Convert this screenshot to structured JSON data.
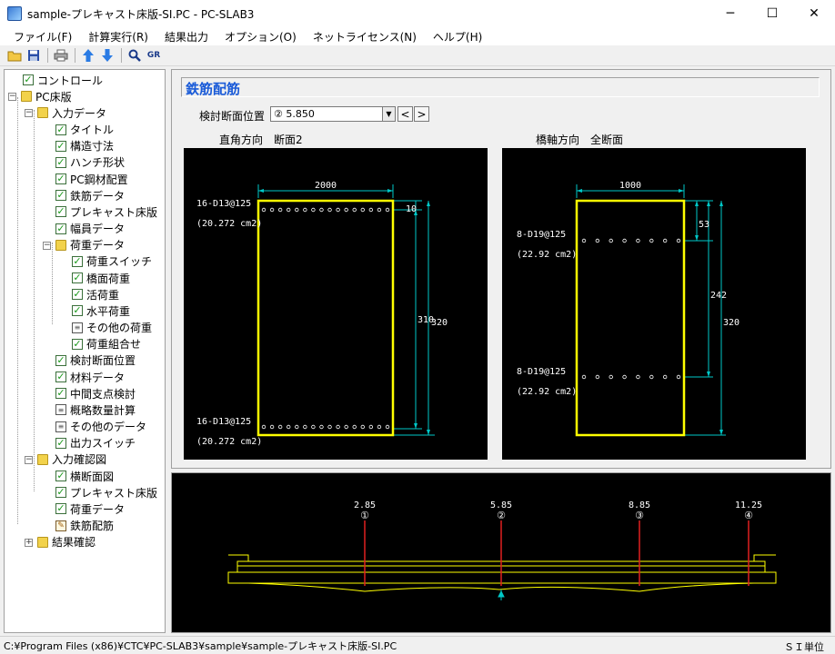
{
  "window": {
    "title": "sample-プレキャスト床版-SI.PC - PC-SLAB3",
    "minimize": "─",
    "maximize": "☐",
    "close": "✕"
  },
  "menu": [
    "ファイル(F)",
    "計算実行(R)",
    "結果出力",
    "オプション(O)",
    "ネットライセンス(N)",
    "ヘルプ(H)"
  ],
  "toolbar": {
    "gr_label": "GR"
  },
  "tree": [
    {
      "label": "コントロール",
      "level": 1,
      "icon": "check-icon"
    },
    {
      "label": "PC床版",
      "level": 0,
      "icon": "folder-icon",
      "expander": "−"
    },
    {
      "label": "入力データ",
      "level": 1,
      "icon": "folder-icon",
      "expander": "−"
    },
    {
      "label": "タイトル",
      "level": 2,
      "icon": "check-icon"
    },
    {
      "label": "構造寸法",
      "level": 2,
      "icon": "check-icon"
    },
    {
      "label": "ハンチ形状",
      "level": 2,
      "icon": "check-icon"
    },
    {
      "label": "PC鋼材配置",
      "level": 2,
      "icon": "check-icon"
    },
    {
      "label": "鉄筋データ",
      "level": 2,
      "icon": "check-icon"
    },
    {
      "label": "プレキャスト床版",
      "level": 2,
      "icon": "check-icon"
    },
    {
      "label": "幅員データ",
      "level": 2,
      "icon": "check-icon"
    },
    {
      "label": "荷重データ",
      "level": 2,
      "icon": "folder-icon",
      "expander": "−"
    },
    {
      "label": "荷重スイッチ",
      "level": 3,
      "icon": "check-icon"
    },
    {
      "label": "橋面荷重",
      "level": 3,
      "icon": "check-icon"
    },
    {
      "label": "活荷重",
      "level": 3,
      "icon": "check-icon"
    },
    {
      "label": "水平荷重",
      "level": 3,
      "icon": "check-icon"
    },
    {
      "label": "その他の荷重",
      "level": 3,
      "icon": "doc-icon"
    },
    {
      "label": "荷重組合せ",
      "level": 3,
      "icon": "check-icon"
    },
    {
      "label": "検討断面位置",
      "level": 2,
      "icon": "check-icon"
    },
    {
      "label": "材料データ",
      "level": 2,
      "icon": "check-icon"
    },
    {
      "label": "中間支点検討",
      "level": 2,
      "icon": "check-icon"
    },
    {
      "label": "概略数量計算",
      "level": 2,
      "icon": "doc-icon"
    },
    {
      "label": "その他のデータ",
      "level": 2,
      "icon": "doc-icon"
    },
    {
      "label": "出力スイッチ",
      "level": 2,
      "icon": "check-icon"
    },
    {
      "label": "入力確認図",
      "level": 1,
      "icon": "folder-icon",
      "expander": "−"
    },
    {
      "label": "横断面図",
      "level": 2,
      "icon": "check-icon"
    },
    {
      "label": "プレキャスト床版",
      "level": 2,
      "icon": "check-icon"
    },
    {
      "label": "荷重データ",
      "level": 2,
      "icon": "check-icon"
    },
    {
      "label": "鉄筋配筋",
      "level": 2,
      "icon": "pen-icon"
    },
    {
      "label": "結果確認",
      "level": 1,
      "icon": "folder-icon",
      "expander": "+"
    }
  ],
  "main": {
    "heading": "鉄筋配筋",
    "position_label": "検討断面位置",
    "position_value": "②   5.850",
    "prev": "<",
    "next": ">",
    "left_title": "直角方向　断面2",
    "right_title": "橋軸方向　全断面"
  },
  "left_diagram": {
    "width": "2000",
    "top_bar": "16-D13@125",
    "top_area": "(20.272 cm2)",
    "bottom_bar": "16-D13@125",
    "bottom_area": "(20.272 cm2)",
    "cover": "10",
    "inner": "310",
    "total": "320"
  },
  "right_diagram": {
    "width": "1000",
    "top_bar": "8-D19@125",
    "top_area": "(22.92 cm2)",
    "bottom_bar": "8-D19@125",
    "bottom_area": "(22.92 cm2)",
    "cover": "53",
    "inner": "242",
    "total": "320"
  },
  "sections": [
    {
      "pos": "2.85",
      "num": "①"
    },
    {
      "pos": "5.85",
      "num": "②"
    },
    {
      "pos": "8.85",
      "num": "③"
    },
    {
      "pos": "11.25",
      "num": "④"
    }
  ],
  "status": {
    "path": "C:¥Program Files (x86)¥CTC¥PC-SLAB3¥sample¥sample-プレキャスト床版-SI.PC",
    "units": "ＳＩ単位"
  }
}
